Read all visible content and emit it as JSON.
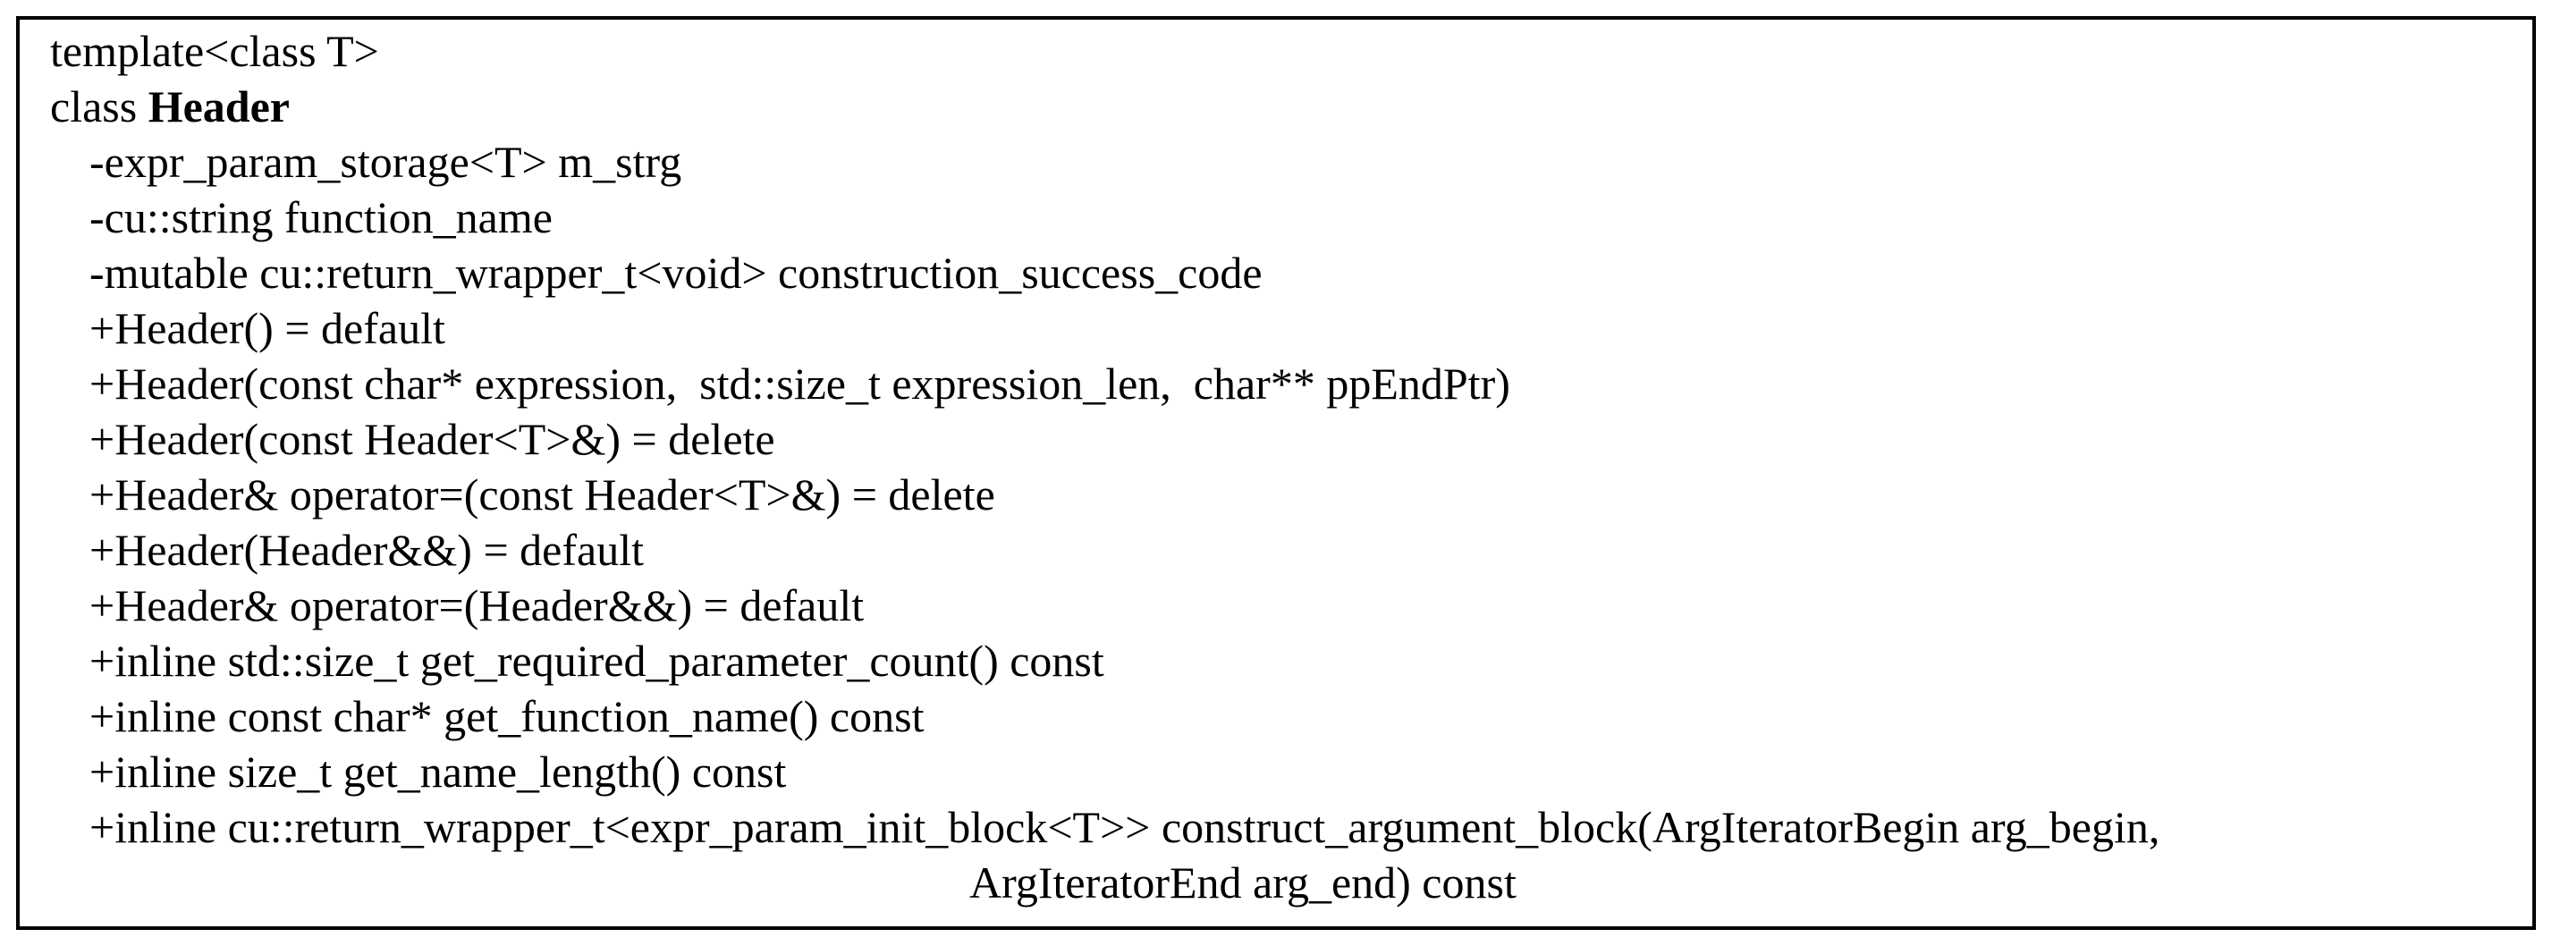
{
  "template_line": "template<class T>",
  "class_keyword": "class ",
  "class_name": "Header",
  "attributes": [
    "-expr_param_storage<T> m_strg",
    "-cu::string function_name",
    "-mutable cu::return_wrapper_t<void> construction_success_code"
  ],
  "operations": [
    "+Header() = default",
    "+Header(const char* expression,  std::size_t expression_len,  char** ppEndPtr)",
    "+Header(const Header<T>&) = delete",
    "+Header& operator=(const Header<T>&) = delete",
    "+Header(Header&&) = default",
    "+Header& operator=(Header&&) = default",
    "+inline std::size_t get_required_parameter_count() const",
    "+inline const char* get_function_name() const",
    "+inline size_t get_name_length() const",
    "+inline cu::return_wrapper_t<expr_param_init_block<T>> construct_argument_block(ArgIteratorBegin arg_begin,"
  ],
  "operation_continuation": "ArgIteratorEnd arg_end) const"
}
